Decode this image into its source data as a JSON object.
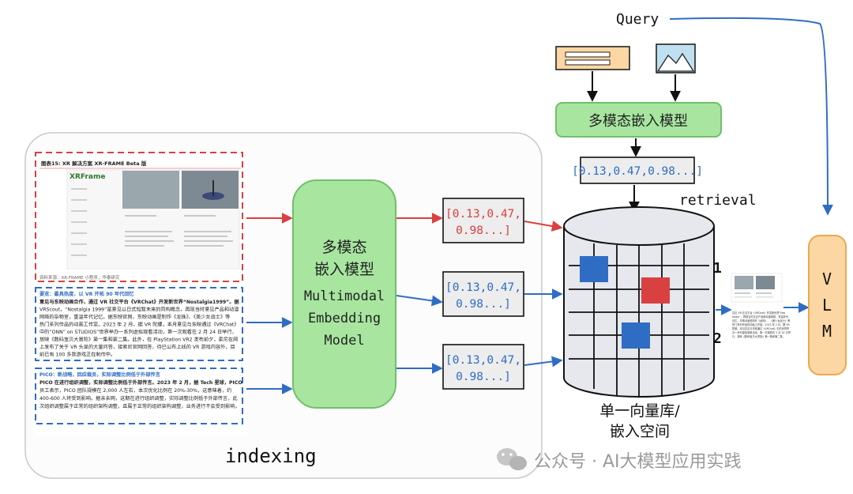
{
  "labels": {
    "query": "Query",
    "retrieval": "retrieval",
    "indexing": "indexing",
    "vlm_letters": [
      "V",
      "L",
      "M"
    ],
    "rank_1": "1",
    "rank_2": "2",
    "vector_db_line1": "单一向量库/",
    "vector_db_line2": "嵌入空间",
    "watermark": "公众号 · AI大模型应用实践"
  },
  "embedding_model_top": {
    "label": "多模态嵌入模型"
  },
  "embedding_model_main": {
    "line1": "多模态",
    "line2": "嵌入模型",
    "line3": "Multimodal",
    "line4": "Embedding",
    "line5": "Model"
  },
  "vectors": {
    "query_vector": "[0.13,0.47,0.98...]",
    "doc_vector_line1": "[0.13,0.47,",
    "doc_vector_line2": "0.98...]"
  },
  "document_page": {
    "figure_caption": "图表15: XR 解决方案 XR-FRAME Beta 版",
    "product_name": "XRFrame",
    "source_note": "资料来源：XR-FRAME 小程序，华泰研究",
    "text_block_1": [
      "要览：最具热度，以 VR 开拓 90 年代回忆",
      "意见与东映动画合作，通过 VR 社交平台《VRChat》开发新世界“Nostalgia1999”。据",
      "VRScout，“Nostalgia 1999”是意见以日式短暂未来的同构概念，再现当时意见产品和动漫",
      "网络的杂物室，重温年代记忆。据东映官网，东映动画是制作《龙珠》、《美少女战士》等",
      "热门系列作品的动画工作室。2023 年 2 月，据 VR 陀螺，本月意见与东映通过《VRChat》",
      "中的“ONN” on STUDIOS”世界举办一系列虚拟观看活动，第一次观看在 2 月 24 日举行，",
      "放映《数码宝贝大冒险》第一集和第二集。此外，在 PlayStation VR2 发布前夕，索尼在网",
      "上发布了关于 VR 头显的大量问答，接索尼官网回答，待已公布上线的 VR 游戏内容外，目",
      "前已有 100 多款游戏正在制作中。"
    ],
    "text_block_2": [
      "PICO：新战略，回应裁员，实际调整比例低于外部传言",
      "PICO 在进行组织调整，实际调整比例低于外部传言。2023 年 2 月，据 Tech 星球，PICO",
      "员工表示，PICO 团队规模在 2,000 人左右，本次优化比例在 20%-30%，这意味着，约",
      "400-600 人将受到影响。据亲亲网，这期在进行组织调整，实际调整比例低于外部传言，此",
      "次组织调整属于正常的组织架构调整，且属于正常的组织架构调整，业务进行不会受到影响。"
    ]
  },
  "retrieved_thumbnail": {
    "text_lines": [
      "意见 VR 社交平台《VRChat》开发新世界“Nos",
      "talgia”，再现当时意见产品和动漫网络，重温年代",
      "记忆。东映动画是制作《龙珠》、《美少女战士》等",
      "热门系列作品的动画工作室。2023 年 2 月，据 VR",
      "陀螺，本月意见与东映通过《VRChat》中的世界举",
      "办一系列虚拟观看活动，第一次观看在 2 月 24 日举",
      "行，放映《数码宝贝大冒险》第一集和第二集。"
    ]
  },
  "colors": {
    "red": "#d94040",
    "blue": "#2f6dc4",
    "green_fill": "#a8e6a0",
    "green_stroke": "#6fbf6a",
    "vlm_fill": "#fcd7a3",
    "vlm_stroke": "#e8a94f",
    "cylinder_fill": "#e6e8ee",
    "vector_box_fill": "#ededed"
  }
}
